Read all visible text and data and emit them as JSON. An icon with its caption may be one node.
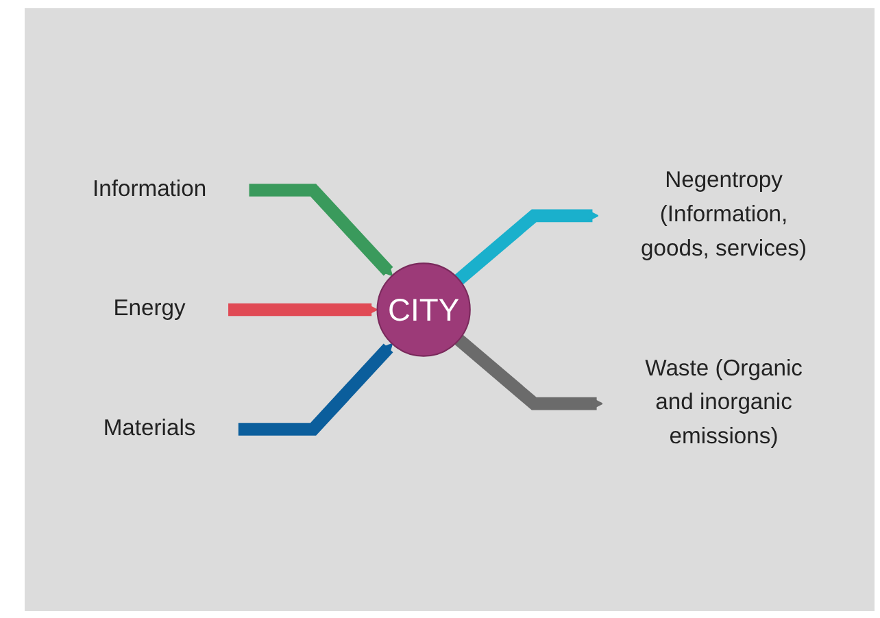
{
  "diagram": {
    "nodes": [
      {
        "text": [
          "Information"
        ]
      },
      {
        "text": [
          "Energy"
        ]
      },
      {
        "text": [
          "Materials"
        ]
      },
      {
        "text": [
          "CITY"
        ]
      },
      {
        "text": [
          "Negentropy (Information, goods, services)"
        ]
      },
      {
        "text": [
          "Waste (Organic and inorganic emissions)"
        ]
      }
    ],
    "edges": [
      {
        "from": 0,
        "to": 3,
        "arrow": "to",
        "color": "#3a9a5c"
      },
      {
        "from": 1,
        "to": 3,
        "arrow": "to",
        "color": "#e04a55"
      },
      {
        "from": 2,
        "to": 3,
        "arrow": "to",
        "color": "#0b5e9c"
      },
      {
        "from": 3,
        "to": 4,
        "arrow": "to",
        "color": "#1ab0cc"
      },
      {
        "from": 3,
        "to": 5,
        "arrow": "to",
        "color": "#6b6b6b"
      }
    ]
  }
}
